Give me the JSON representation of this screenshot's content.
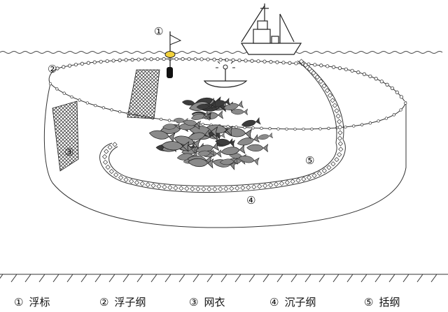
{
  "diagram": {
    "callouts": [
      {
        "id": "float-buoy",
        "marker": "①"
      },
      {
        "id": "float-line",
        "marker": "②"
      },
      {
        "id": "net-wall",
        "marker": "③"
      },
      {
        "id": "lead-line",
        "marker": "④"
      },
      {
        "id": "purse-line",
        "marker": "⑤"
      }
    ],
    "legend": [
      {
        "marker": "①",
        "label": "浮标"
      },
      {
        "marker": "②",
        "label": "浮子纲"
      },
      {
        "marker": "③",
        "label": "网衣"
      },
      {
        "marker": "④",
        "label": "沉子纲"
      },
      {
        "marker": "⑤",
        "label": "括纲"
      }
    ],
    "colors": {
      "line": "#333333",
      "buoy": "#f2d23c",
      "fish": "#8a8a8a",
      "fish_dark": "#3c3c3c"
    }
  }
}
